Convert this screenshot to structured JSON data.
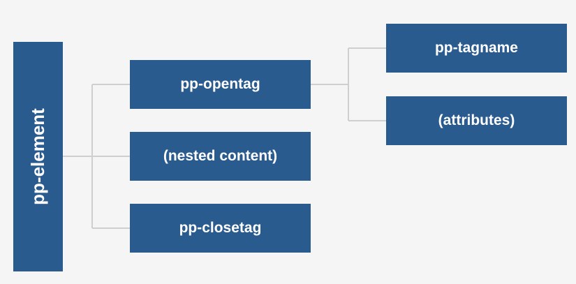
{
  "diagram": {
    "root": {
      "label": "pp-element"
    },
    "children": [
      {
        "label": "pp-opentag"
      },
      {
        "label": "(nested content)"
      },
      {
        "label": "pp-closetag"
      }
    ],
    "opentag_children": [
      {
        "label": "pp-tagname"
      },
      {
        "label": "(attributes)"
      }
    ]
  },
  "colors": {
    "node_fill": "#2a5b8f",
    "node_text": "#ffffff",
    "connector": "#cfcfcf",
    "background": "#f5f5f5"
  }
}
